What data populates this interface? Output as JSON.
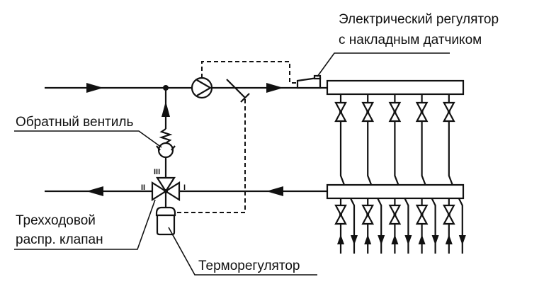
{
  "title": "Схема подключения коллектора с трехходовым клапаном",
  "labels": {
    "electric_regulator_line1": "Электрический регулятор",
    "electric_regulator_line2": "с накладным датчиком",
    "check_valve": "Обратный вентиль",
    "three_way_valve_line1": "Трехходовой",
    "three_way_valve_line2": "распр. клапан",
    "thermoregulator": "Терморегулятор"
  },
  "valve_ports": {
    "port_1": "I",
    "port_2": "II",
    "port_3": "III"
  },
  "manifold": {
    "supply_branches": 5,
    "return_branches": 5
  },
  "colors": {
    "line": "#111111",
    "background": "#ffffff"
  }
}
